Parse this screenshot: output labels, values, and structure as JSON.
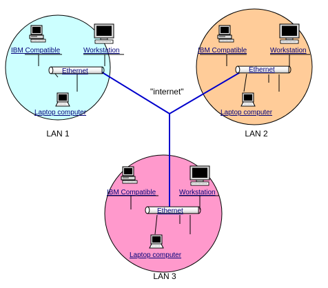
{
  "internet_label": "\"internet\"",
  "colors": {
    "lan1": "#ccffff",
    "lan2": "#ffcc99",
    "lan3": "#ff99cc",
    "wan_line": "#0000cc",
    "link_text": "#00007a"
  },
  "lans": [
    {
      "name": "LAN 1",
      "ibm": "IBM Compatible",
      "workstation": "Workstation",
      "ethernet": "Ethernet",
      "laptop": "Laptop computer"
    },
    {
      "name": "LAN 2",
      "ibm": "IBM Compatible",
      "workstation": "Workstation",
      "ethernet": "Ethernet",
      "laptop": "Laptop computer"
    },
    {
      "name": "LAN 3",
      "ibm": "IBM Compatible",
      "workstation": "Workstation",
      "ethernet": "Ethernet",
      "laptop": "Laptop computer"
    }
  ],
  "icons": {
    "pc": "desktop-computer-icon",
    "workstation": "workstation-monitor-icon",
    "laptop": "laptop-icon",
    "bus": "ethernet-bus-icon"
  }
}
